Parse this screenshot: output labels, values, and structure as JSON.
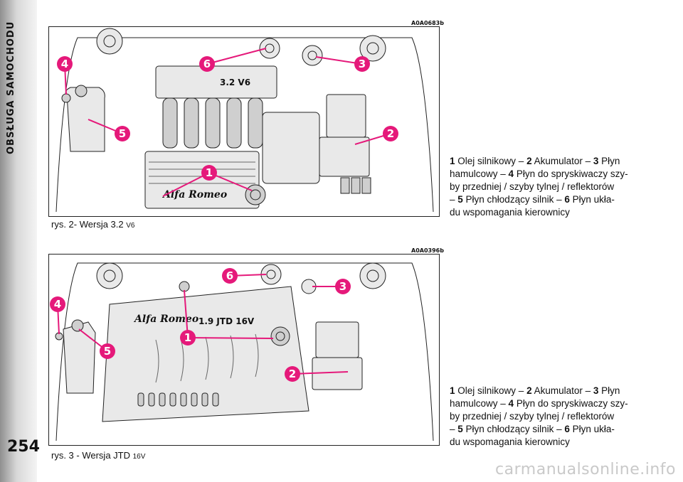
{
  "page": {
    "side_title": "OBSŁUGA SAMOCHODU",
    "page_number": "254",
    "watermark": "carmanualsonline.info"
  },
  "figure1": {
    "code": "A0A0683b",
    "caption_main": "rys. 2- Wersja 3.2 ",
    "caption_small": "V6",
    "engine_label": "3.2  V6",
    "brand_label": "Alfa Romeo",
    "callouts": [
      "1",
      "2",
      "3",
      "4",
      "5",
      "6"
    ]
  },
  "figure2": {
    "code": "A0A0396b",
    "caption_main": "rys. 3 -  Wersja JTD ",
    "caption_small": "16V",
    "engine_label": "1.9  JTD 16V",
    "brand_label": "Alfa Romeo",
    "callouts": [
      "1",
      "2",
      "3",
      "4",
      "5",
      "6"
    ]
  },
  "legend": {
    "items": [
      {
        "num": "1",
        "text": "Olej silnikowy"
      },
      {
        "num": "2",
        "text": "Akumulator"
      },
      {
        "num": "3",
        "text": "Płyn hamulcowy"
      },
      {
        "num": "4",
        "text": "Płyn do spryskiwaczy szyby przedniej / szyby tylnej / reflektorów"
      },
      {
        "num": "5",
        "text": "Płyn chłodzący silnik"
      },
      {
        "num": "6",
        "text": "Płyn układu wspomagania kierownicy"
      }
    ],
    "sep": " – ",
    "lines": [
      [
        "1",
        " Olej silnikowy – ",
        "2",
        " Akumulator – ",
        "3",
        " Płyn"
      ],
      [
        "hamulcowy – ",
        "4",
        " Płyn do spryskiwaczy szy-"
      ],
      [
        "by przedniej / szyby tylnej / reflektorów"
      ],
      [
        "– ",
        "5",
        " Płyn chłodzący silnik – ",
        "6",
        " Płyn ukła-"
      ],
      [
        "du wspomagania kierownicy"
      ]
    ]
  }
}
